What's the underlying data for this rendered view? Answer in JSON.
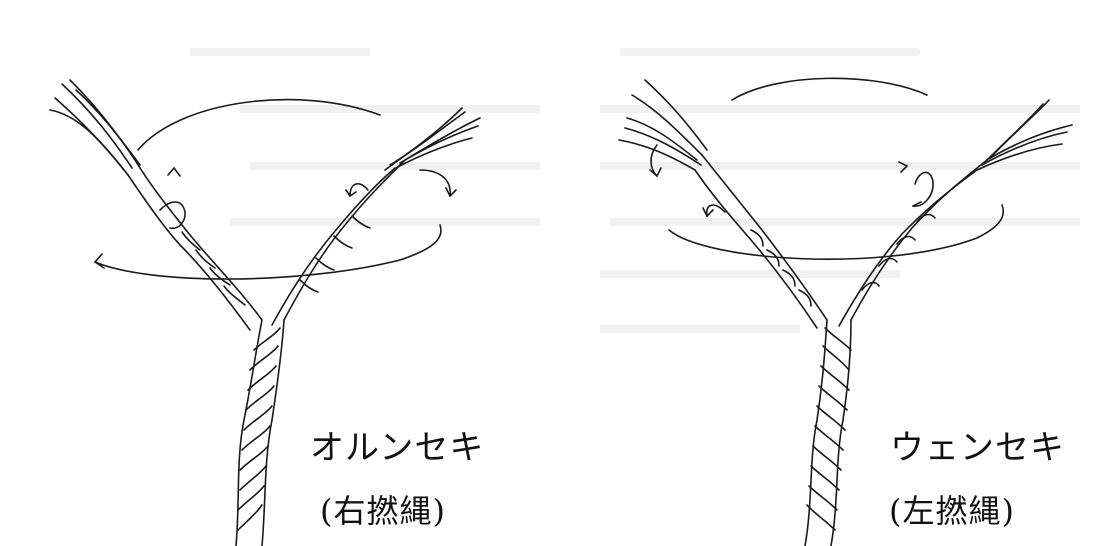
{
  "figures": [
    {
      "id": "left",
      "name": "オルンセキ",
      "subtitle": "(右撚縄)"
    },
    {
      "id": "right",
      "name": "ウェンセキ",
      "subtitle": "(左撚縄)"
    }
  ]
}
